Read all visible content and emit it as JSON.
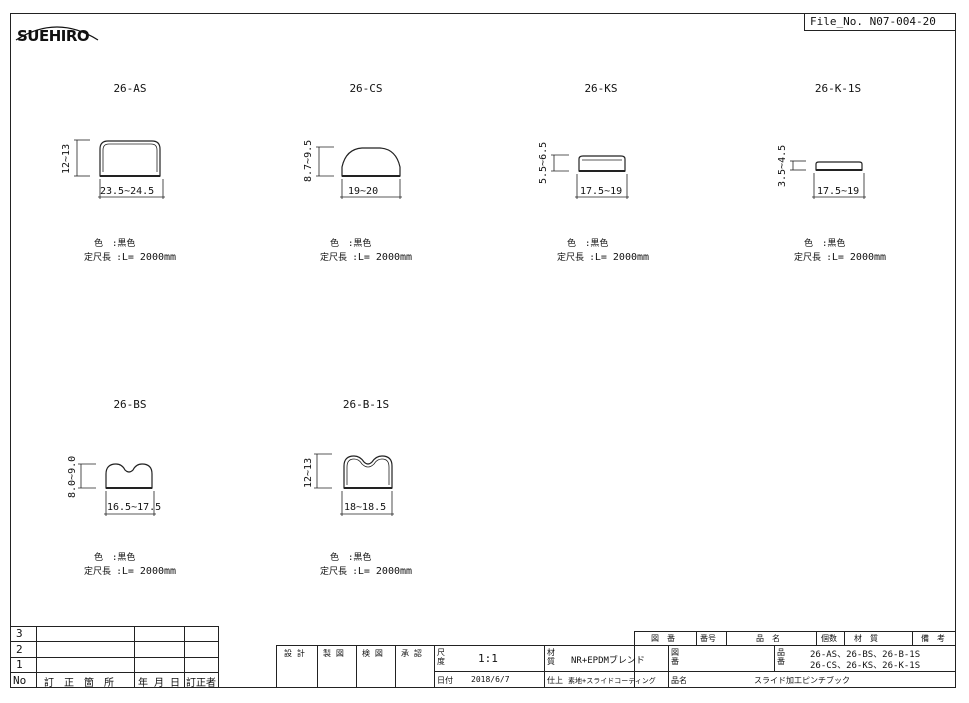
{
  "header": {
    "logo_text": "SUEHIRO",
    "file_no": "File_No. N07-004-20"
  },
  "parts": [
    {
      "id": "26-AS",
      "width_dim": "23.5~24.5",
      "height_dim": "12~13",
      "color_label": "色　:",
      "color": "黒色",
      "length_label": "定尺長 :",
      "length": "L= 2000mm"
    },
    {
      "id": "26-CS",
      "width_dim": "19~20",
      "height_dim": "8.7~9.5",
      "color_label": "色　:",
      "color": "黒色",
      "length_label": "定尺長 :",
      "length": "L= 2000mm"
    },
    {
      "id": "26-KS",
      "width_dim": "17.5~19",
      "height_dim": "5.5~6.5",
      "color_label": "色　:",
      "color": "黒色",
      "length_label": "定尺長 :",
      "length": "L= 2000mm"
    },
    {
      "id": "26-K-1S",
      "width_dim": "17.5~19",
      "height_dim": "3.5~4.5",
      "color_label": "色　:",
      "color": "黒色",
      "length_label": "定尺長 :",
      "length": "L= 2000mm"
    },
    {
      "id": "26-BS",
      "width_dim": "16.5~17.5",
      "height_dim": "8.0~9.0",
      "color_label": "色　:",
      "color": "黒色",
      "length_label": "定尺長 :",
      "length": "L= 2000mm"
    },
    {
      "id": "26-B-1S",
      "width_dim": "18~18.5",
      "height_dim": "12~13",
      "color_label": "色　:",
      "color": "黒色",
      "length_label": "定尺長 :",
      "length": "L= 2000mm"
    }
  ],
  "revision_block": {
    "rows": [
      "3",
      "2",
      "1"
    ],
    "headers": {
      "no": "No",
      "place": "訂　正　箇　所",
      "date": "年 月 日",
      "by": "訂正者"
    }
  },
  "title_block": {
    "design": "設 計",
    "drafting": "製 図",
    "check": "検 図",
    "approval": "承 認",
    "scale_label": "尺度",
    "scale": "1:1",
    "material_label": "材質",
    "material": "NR+EPDMブレンド",
    "drawing_label": "図番",
    "date_label": "日付",
    "date": "2018/6/7",
    "finish_label": "仕上",
    "finish": "素地+スライドコーティング",
    "product_name_label": "品名",
    "product_name": "スライド加工ピンチブック",
    "part_no_label": "品番",
    "part_no_line1": "26-AS、26-BS、26-B-1S",
    "part_no_line2": "26-CS、26-KS、26-K-1S",
    "parts_header": {
      "zuban": "図　番",
      "number": "番号",
      "hinmei": "品　名",
      "qty": "個数",
      "material": "材　質",
      "remarks": "備　考"
    }
  }
}
